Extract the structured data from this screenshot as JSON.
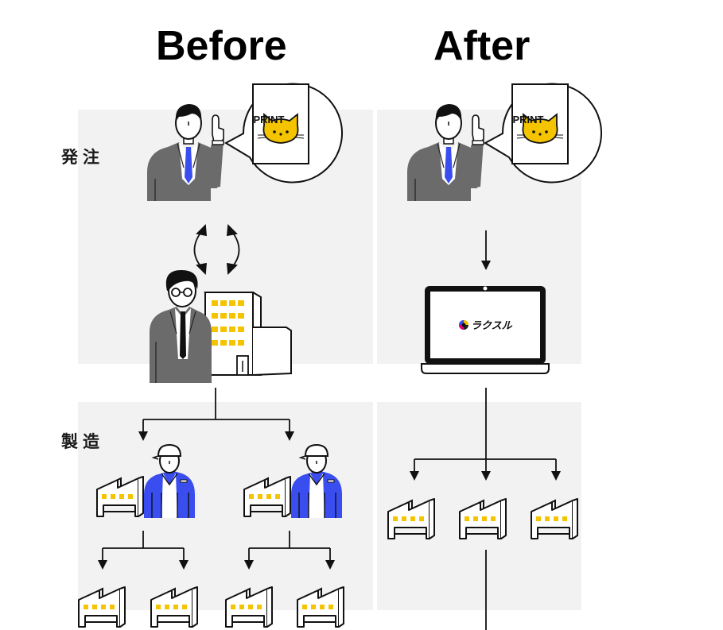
{
  "columns": {
    "before": {
      "title": "Before"
    },
    "after": {
      "title": "After"
    }
  },
  "stages": {
    "order": {
      "label": "発注"
    },
    "manufacturing": {
      "label": "製造"
    }
  },
  "speech_bubble": {
    "document_label": "PRINT"
  },
  "platform": {
    "logo_text": "ラクスル"
  },
  "colors": {
    "panel": "#f2f2f2",
    "accent_yellow": "#f5c400",
    "worker_blue": "#3a4ef0",
    "suit_gray": "#6b6b6b"
  },
  "flow": {
    "before": {
      "orderer": "client",
      "intermediary": "agency",
      "factories_tier1": 2,
      "factories_tier2": 4
    },
    "after": {
      "orderer": "client",
      "platform": "laptop",
      "factories": 3
    }
  }
}
